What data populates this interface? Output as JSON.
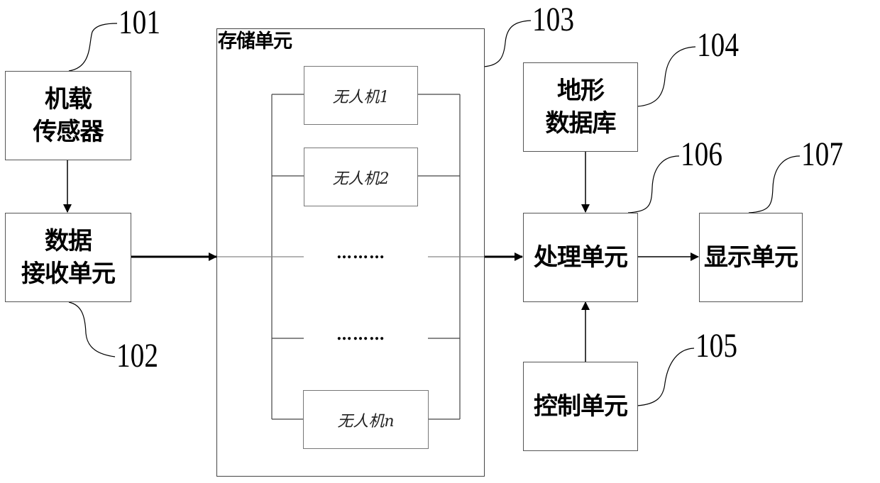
{
  "diagram": {
    "type": "block-diagram",
    "nodes": [
      {
        "id": "101",
        "label": [
          "机载",
          "传感器"
        ]
      },
      {
        "id": "102",
        "label": [
          "数据",
          "接收单元"
        ]
      },
      {
        "id": "103",
        "label": [
          "存储单元"
        ]
      },
      {
        "id": "104",
        "label": [
          "地形",
          "数据库"
        ]
      },
      {
        "id": "105",
        "label": [
          "控制单元"
        ]
      },
      {
        "id": "106",
        "label": [
          "处理单元"
        ]
      },
      {
        "id": "107",
        "label": [
          "显示单元"
        ]
      }
    ],
    "storage": {
      "title": "存储单元",
      "items": [
        "无人机1",
        "无人机2",
        "………",
        "………",
        "无人机n"
      ]
    },
    "edges": [
      {
        "from": "101",
        "to": "102"
      },
      {
        "from": "102",
        "to": "103"
      },
      {
        "from": "103",
        "to": "106"
      },
      {
        "from": "104",
        "to": "106"
      },
      {
        "from": "105",
        "to": "106"
      },
      {
        "from": "106",
        "to": "107"
      }
    ],
    "refs": {
      "r101": "101",
      "r102": "102",
      "r103": "103",
      "r104": "104",
      "r105": "105",
      "r106": "106",
      "r107": "107"
    }
  }
}
